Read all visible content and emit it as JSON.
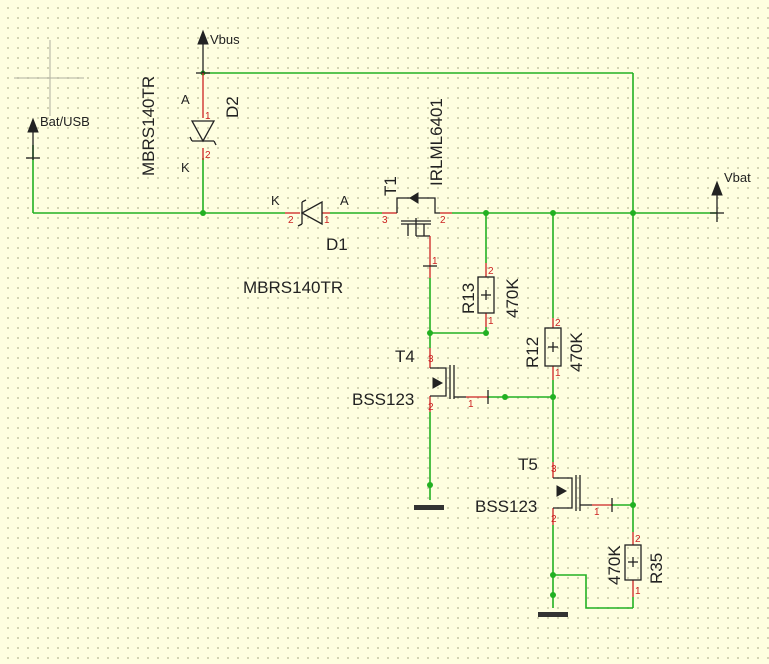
{
  "nets": {
    "vbus": "Vbus",
    "bat_usb": "Bat/USB",
    "vbat": "Vbat"
  },
  "components": {
    "d1": {
      "ref": "D1",
      "value": "MBRS140TR",
      "pin_k": "K",
      "pin_a": "A",
      "pin1": "1",
      "pin2": "2"
    },
    "d2": {
      "ref": "D2",
      "value": "MBRS140TR",
      "pin_k": "K",
      "pin_a": "A",
      "pin1": "1",
      "pin2": "2"
    },
    "t1": {
      "ref": "T1",
      "value": "IRLML6401",
      "pin1": "1",
      "pin2": "2",
      "pin3": "3"
    },
    "t4": {
      "ref": "T4",
      "value": "BSS123",
      "pin1": "1",
      "pin2": "2",
      "pin3": "3"
    },
    "t5": {
      "ref": "T5",
      "value": "BSS123",
      "pin1": "1",
      "pin2": "2",
      "pin3": "3"
    },
    "r12": {
      "ref": "R12",
      "value": "470K",
      "pin1": "1",
      "pin2": "2"
    },
    "r13": {
      "ref": "R13",
      "value": "470K",
      "pin1": "1",
      "pin2": "2"
    },
    "r35": {
      "ref": "R35",
      "value": "470K",
      "pin1": "1",
      "pin2": "2"
    }
  },
  "colors": {
    "background": "#fefee0",
    "wire": "#22b022",
    "pin": "#cc2222",
    "part": "#222222"
  }
}
